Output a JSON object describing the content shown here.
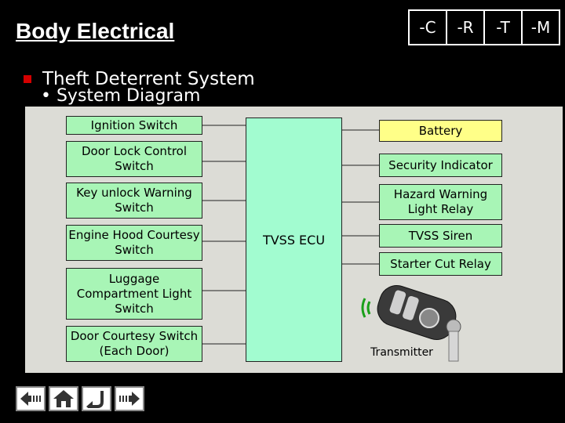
{
  "header": {
    "title": "Body Electrical",
    "tabs": [
      "-C",
      "-R",
      "-T",
      "-M"
    ]
  },
  "bullets": {
    "main": "Theft Deterrent System",
    "sub": "• System Diagram"
  },
  "diagram": {
    "left_inputs": [
      "Ignition Switch",
      "Door Lock Control Switch",
      "Key unlock Warning Switch",
      "Engine Hood Courtesy Switch",
      "Luggage Compartment Light Switch",
      "Door Courtesy Switch (Each Door)"
    ],
    "ecu": "TVSS ECU",
    "right_outputs": [
      "Battery",
      "Security Indicator",
      "Hazard Warning Light Relay",
      "TVSS Siren",
      "Starter Cut Relay"
    ],
    "transmitter_label": "Transmitter",
    "colors": {
      "switch_box": "#a8f5b6",
      "battery_box": "#ffff88",
      "ecu_box": "#a2fcd0",
      "panel": "#dcdcd6"
    }
  },
  "nav_buttons": [
    "back-icon",
    "home-icon",
    "return-icon",
    "next-icon"
  ]
}
